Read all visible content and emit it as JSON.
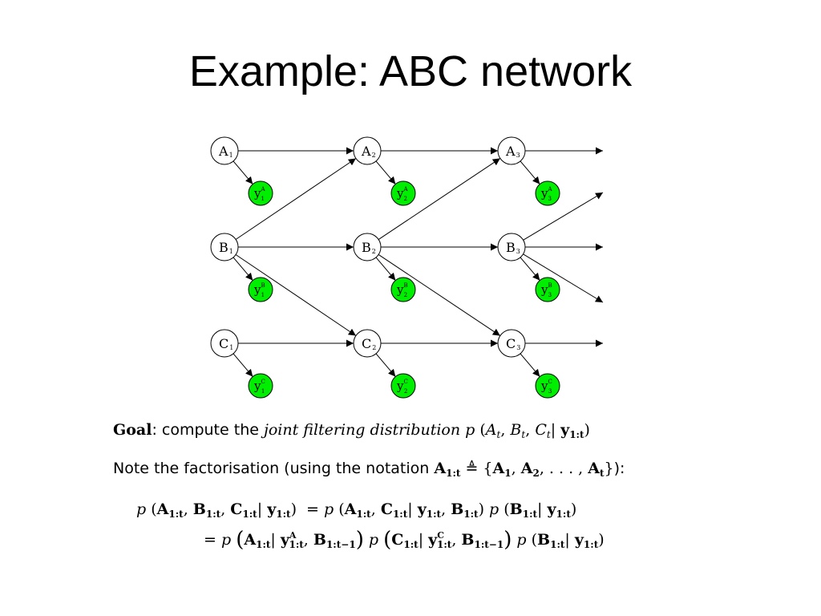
{
  "title": "Example: ABC network",
  "network": {
    "node_labels": [
      [
        "A",
        "1"
      ],
      [
        "A",
        "2"
      ],
      [
        "A",
        "3"
      ],
      [
        "B",
        "1"
      ],
      [
        "B",
        "2"
      ],
      [
        "B",
        "3"
      ],
      [
        "C",
        "1"
      ],
      [
        "C",
        "2"
      ],
      [
        "C",
        "3"
      ]
    ],
    "observation_labels": [
      [
        "y",
        "1",
        "A"
      ],
      [
        "y",
        "2",
        "A"
      ],
      [
        "y",
        "3",
        "A"
      ],
      [
        "y",
        "1",
        "B"
      ],
      [
        "y",
        "2",
        "B"
      ],
      [
        "y",
        "3",
        "B"
      ],
      [
        "y",
        "1",
        "C"
      ],
      [
        "y",
        "2",
        "C"
      ],
      [
        "y",
        "3",
        "C"
      ]
    ],
    "colors": {
      "observation_fill": "#00ee00",
      "node_fill": "#ffffff",
      "edge": "#000000"
    }
  },
  "goal": {
    "label": "Goal",
    "text": ": compute the",
    "phrase": "joint filtering distribution",
    "formula": "p (A_t, B_t, C_t | y_{1:t})"
  },
  "note": {
    "text": "Note the factorisation (using the notation",
    "formula": "A_{1:t} ≜ {A_1, A_2, . . . , A_t}",
    "tail": "):"
  },
  "equation": {
    "line1": "p (A_{1:t}, B_{1:t}, C_{1:t} | y_{1:t}) = p (A_{1:t}, C_{1:t} | y_{1:t}, B_{1:t}) p (B_{1:t} | y_{1:t})",
    "line2": "= p (A_{1:t} | y^A_{1:t}, B_{1:t−1}) p (C_{1:t} | y^C_{1:t}, B_{1:t−1}) p (B_{1:t} | y_{1:t})"
  }
}
